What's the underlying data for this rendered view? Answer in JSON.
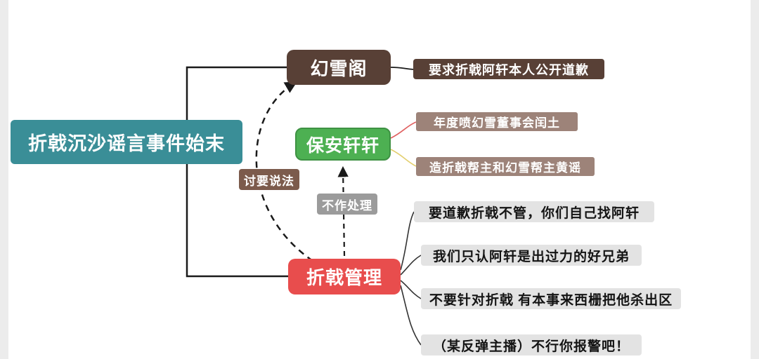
{
  "page": {
    "background": "#ffffff",
    "edge_color": "#ececec"
  },
  "diagram": {
    "root": {
      "label": "折戟沉沙谣言事件始末",
      "color": "#3a8e97"
    },
    "branches": [
      {
        "label": "幻雪阁",
        "color": "#584036",
        "children": [
          {
            "label": "要求折戟阿轩本人公开道歉",
            "color": "#584036"
          }
        ]
      },
      {
        "label": "保安轩轩",
        "color": "#4db052",
        "children": [
          {
            "label": "年度喷幻雪董事会闰土",
            "color": "#9d8379"
          },
          {
            "label": "造折戟帮主和幻雪帮主黄谣",
            "color": "#9d8379"
          }
        ]
      },
      {
        "label": "折戟管理",
        "color": "#e84d4d",
        "children": [
          {
            "label": "要道歉折戟不管，你们自己找阿轩",
            "color": "#e3e3e3"
          },
          {
            "label": "我们只认阿轩是出过力的好兄弟",
            "color": "#e3e3e3"
          },
          {
            "label": "不要针对折戟 有本事来西栅把他杀出区",
            "color": "#e3e3e3"
          },
          {
            "label": "（某反弹主播）不行你报警吧！",
            "color": "#e3e3e3"
          }
        ]
      }
    ],
    "edge_labels": [
      {
        "label": "讨要说法",
        "color": "#7c5b4c"
      },
      {
        "label": "不作处理",
        "color": "#9b9b9b"
      }
    ],
    "connector_colors": {
      "solid": "#1a1a1a",
      "fan": "#333333",
      "red_link": "#e06060",
      "yellow_link": "#e3cf6f"
    }
  }
}
